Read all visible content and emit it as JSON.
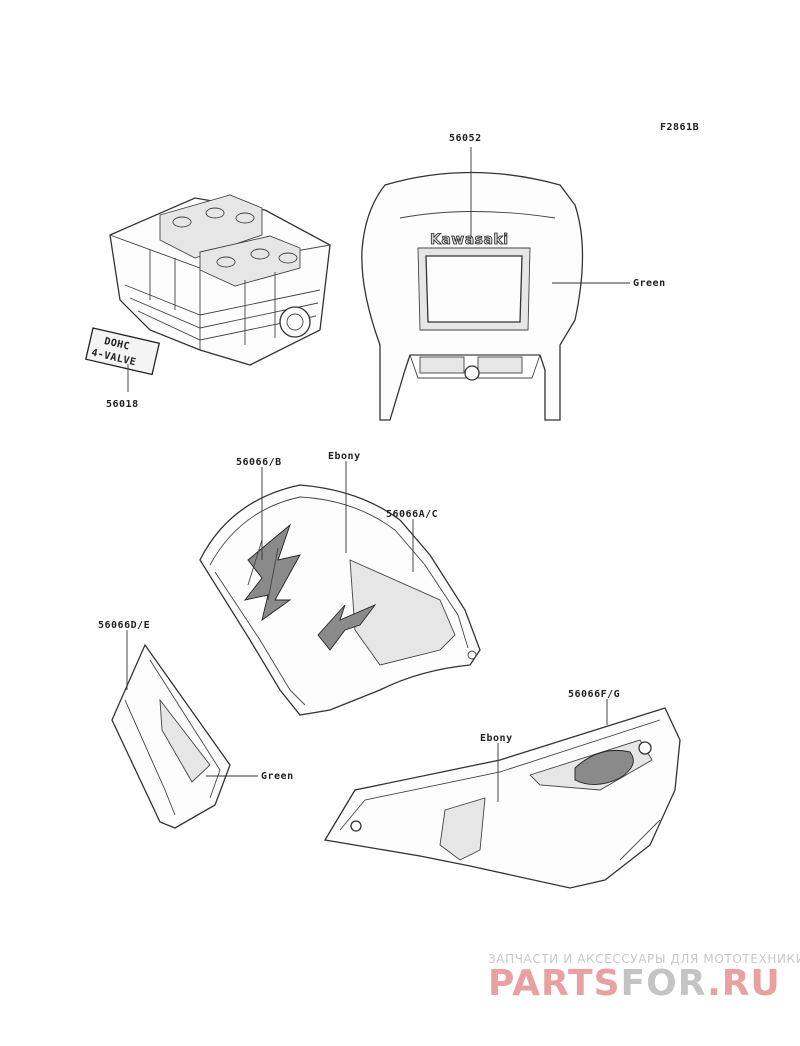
{
  "diagram_code": "F2861B",
  "callouts": {
    "cowl": "56052",
    "cowl_color": "Green",
    "head_decal": "56018",
    "head_decal_text": [
      "DOHC",
      "4-VALVE"
    ],
    "cowl_logo": "Kawasaki",
    "tank_left": "56066/B",
    "tank_color": "Ebony",
    "tank_right": "56066A/C",
    "small_panel": "56066D/E",
    "small_panel_color": "Green",
    "side_cover": "56066F/G",
    "side_cover_color": "Ebony"
  },
  "watermark": {
    "tagline": "ЗАПЧАСТИ И АКСЕССУАРЫ ДЛЯ МОТОТЕХНИКИ",
    "logo_part1": "PARTS",
    "logo_part2": "FOR",
    "logo_part3": ".RU",
    "colors": {
      "red": "#e8a0a0",
      "gray": "#c4c4c4"
    }
  }
}
